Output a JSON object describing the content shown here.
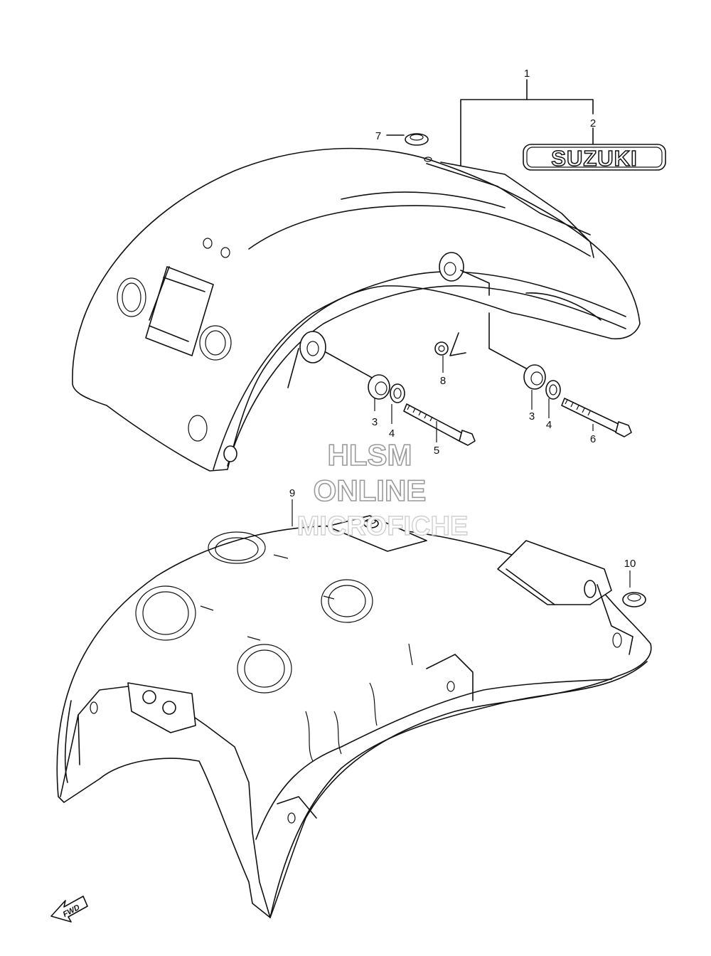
{
  "callouts": {
    "c1": "1",
    "c2": "2",
    "c3a": "3",
    "c3b": "3",
    "c4a": "4",
    "c4b": "4",
    "c5": "5",
    "c6": "6",
    "c7": "7",
    "c8": "8",
    "c9": "9",
    "c10": "10"
  },
  "decal_text": "SUZUKI",
  "watermark": {
    "line1": "HLSM",
    "line2": "ONLINE",
    "line3": "MICROFICHE"
  },
  "fwd_label": "FWD"
}
